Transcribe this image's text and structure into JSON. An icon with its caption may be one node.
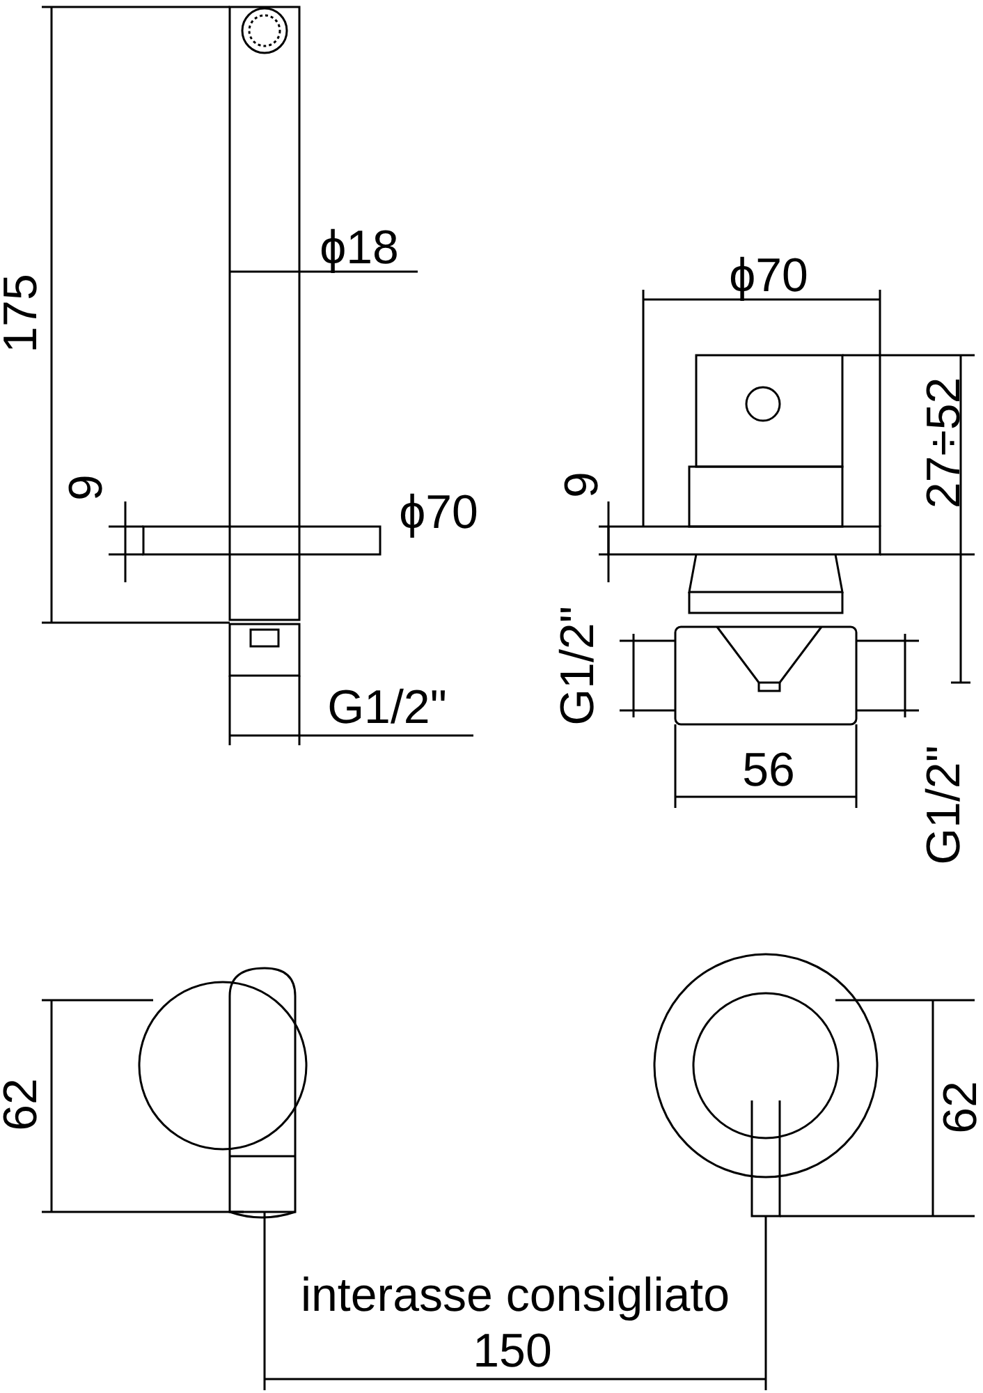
{
  "diagram": {
    "labels": [
      "175",
      "ϕ18",
      "ϕ70",
      "9",
      "9",
      "27÷52",
      "ϕ70",
      "G1/2\"",
      "G1/2\"",
      "56",
      "G1/2\"",
      "62",
      "62",
      "interasse consigliato",
      "150"
    ]
  }
}
